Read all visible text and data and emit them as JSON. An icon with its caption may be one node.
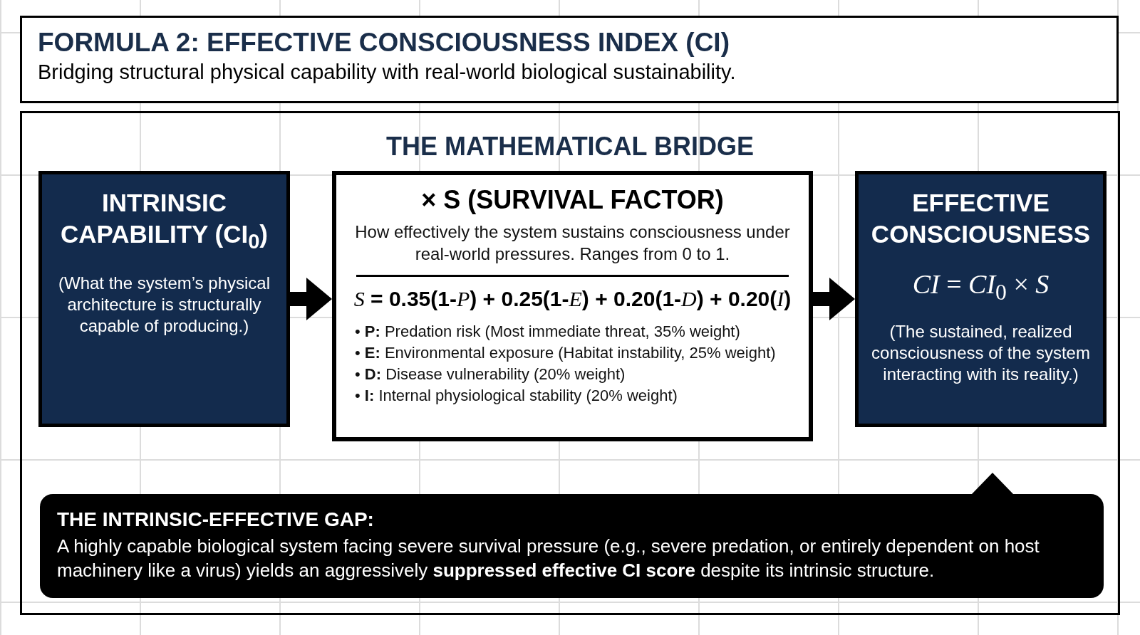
{
  "diagram": {
    "title": "FORMULA 2: EFFECTIVE CONSCIOUSNESS INDEX (CI)",
    "nodes": [
      {
        "text": [
          "THE MATHEMATICAL BRIDGE"
        ]
      },
      {
        "text": [
          "INTRINSIC CAPABILITY (CI$_{0}$)",
          "(What the system’s physical architecture is structurally capable of producing.)"
        ],
        "in": 0
      },
      {
        "text": [
          "× S (SURVIVAL FACTOR)",
          "How effectively the system sustains consciousness under real-world pressures. Ranges from 0 to 1.",
          "*S* = 0.35(1-*P*) + 0.25(1-*E*) + 0.20(1-*D*) + 0.20(*I*)",
          "• **P:** Predation risk (Most immediate threat, 35% weight)",
          "• **E:** Environmental exposure (Habitat instability, 25% weight)",
          "• **D:** Disease vulnerability (20% weight)",
          "• **I:** Internal physiological stability (20% weight)"
        ],
        "in": 0
      },
      {
        "text": [
          "EFFECTIVE CONSCIOUSNESS",
          "*CI* = *CI*$_{0}$ × *S*",
          "(The sustained, realized consciousness of the system interacting with its reality.)"
        ],
        "in": 0
      },
      {
        "text": [
          "THE INTRINSIC-EFFECTIVE GAP:",
          "A highly capable biological system facing severe survival pressure (e.g., severe predation, or entirely dependent on host machinery like a virus) yields an aggressively **suppressed effective CI score** despite its intrinsic structure."
        ],
        "in": 0
      }
    ],
    "edges": [
      {
        "from": 1,
        "to": 2,
        "arrow": "to"
      },
      {
        "from": 2,
        "to": 3,
        "arrow": "to"
      }
    ],
    "labels": [
      "Bridging structural physical capability with real-world biological sustainability."
    ]
  }
}
